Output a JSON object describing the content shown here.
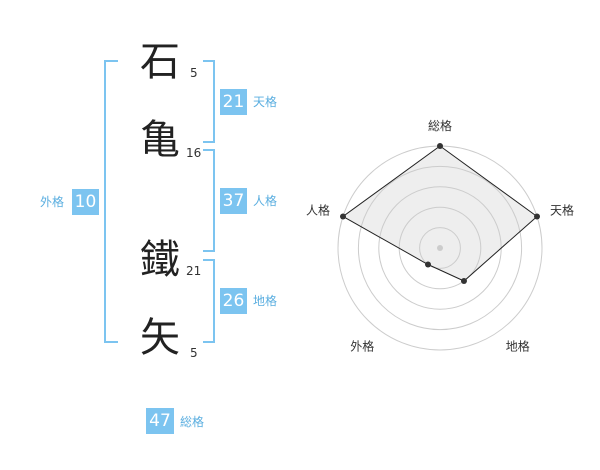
{
  "name": {
    "chars": [
      {
        "char": "石",
        "strokes": "5"
      },
      {
        "char": "亀",
        "strokes": "16"
      },
      {
        "char": "鐵",
        "strokes": "21"
      },
      {
        "char": "矢",
        "strokes": "5"
      }
    ]
  },
  "fortunes": {
    "tenkaku": {
      "value": "21",
      "label": "天格"
    },
    "jinkaku": {
      "value": "37",
      "label": "人格"
    },
    "chikaku": {
      "value": "26",
      "label": "地格"
    },
    "gaikaku": {
      "value": "10",
      "label": "外格"
    },
    "soukaku": {
      "value": "47",
      "label": "総格"
    }
  },
  "chart_data": {
    "type": "radar",
    "axes": [
      "総格",
      "天格",
      "地格",
      "外格",
      "人格"
    ],
    "values": [
      5,
      5,
      2,
      1,
      5
    ],
    "max": 5,
    "rings": 5,
    "colors": {
      "fill": "#eeeeee",
      "ring": "#cccccc",
      "line": "#222222",
      "point": "#333333",
      "center": "#cccccc"
    }
  }
}
